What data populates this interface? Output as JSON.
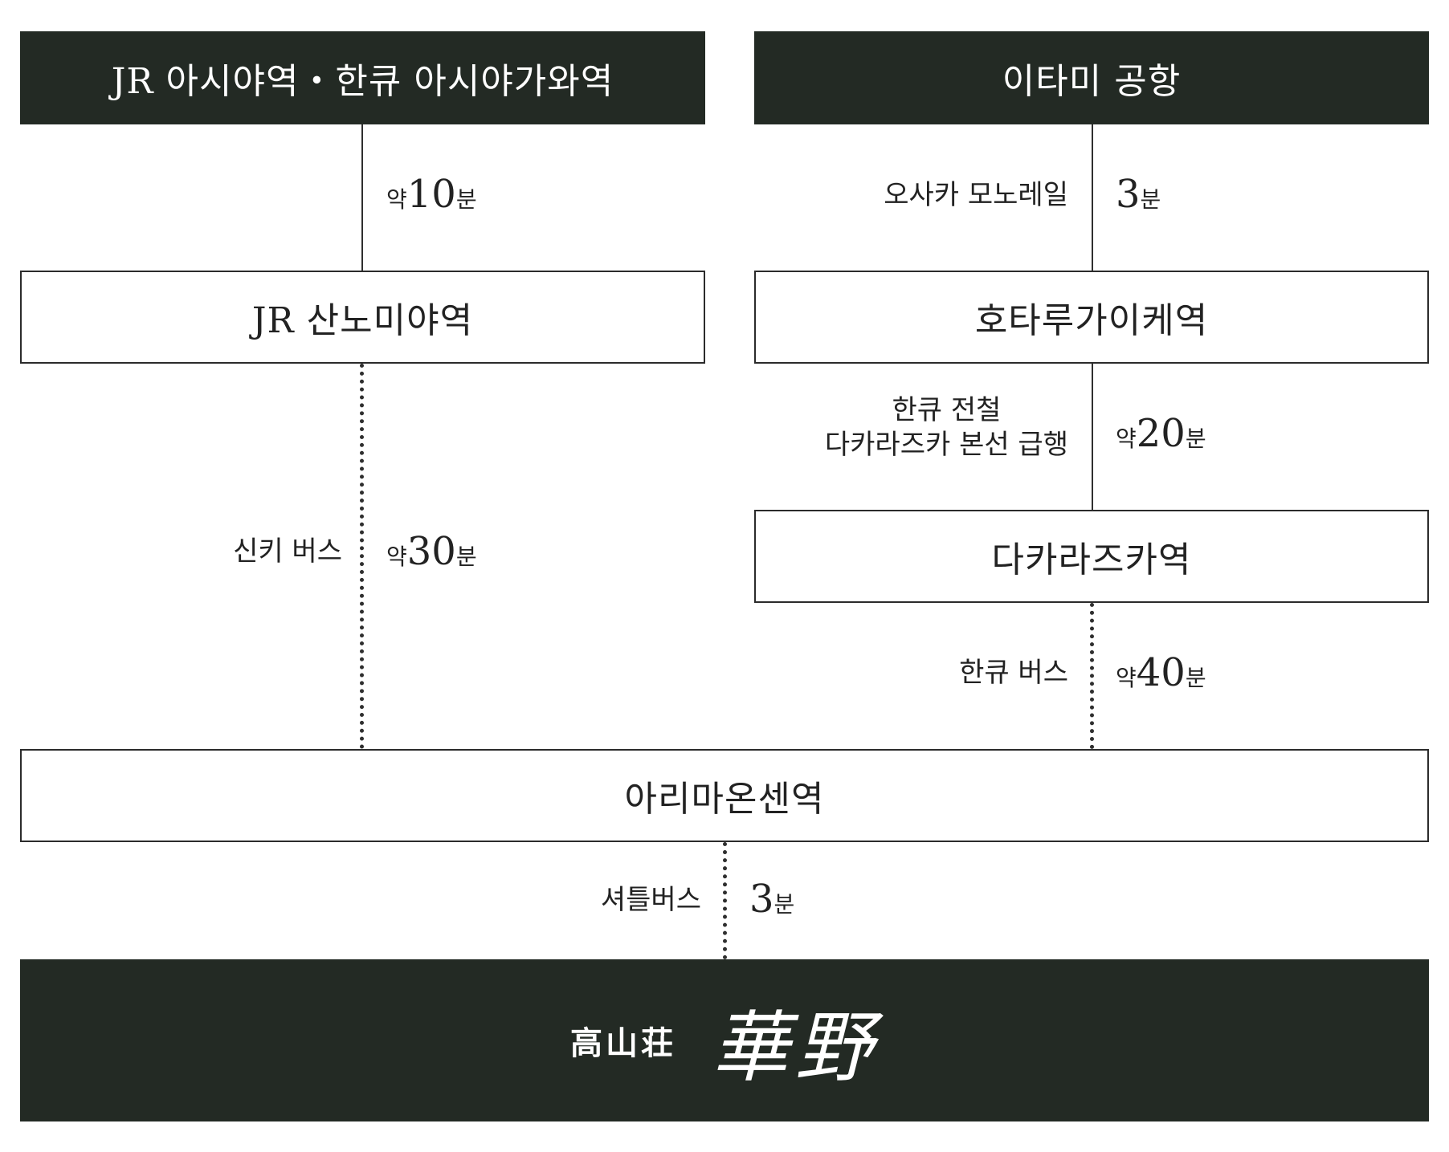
{
  "boxes": {
    "ashiya": "JR 아시야역・한큐 아시야가와역",
    "itami": "이타미 공항",
    "sannomiya": "JR 산노미야역",
    "hotarugaike": "호타루가이케역",
    "takarazuka": "다카라즈카역",
    "arima": "아리마온센역"
  },
  "routes": {
    "ashiya_sannomiya": {
      "mode": "",
      "prefix": "약",
      "minutes": "10",
      "unit": "분"
    },
    "sannomiya_arima": {
      "mode": "신키 버스",
      "prefix": "약",
      "minutes": "30",
      "unit": "분"
    },
    "itami_hotarugaike": {
      "mode": "오사카 모노레일",
      "prefix": "",
      "minutes": "3",
      "unit": "분"
    },
    "hotarugaike_takarazuka": {
      "mode_line1": "한큐 전철",
      "mode_line2": "다카라즈카 본선 급행",
      "prefix": "약",
      "minutes": "20",
      "unit": "분"
    },
    "takarazuka_arima": {
      "mode": "한큐 버스",
      "prefix": "약",
      "minutes": "40",
      "unit": "분"
    },
    "arima_hotel": {
      "mode": "셔틀버스",
      "prefix": "",
      "minutes": "3",
      "unit": "분"
    }
  },
  "destination": {
    "logo_small": "高山荘",
    "logo_big": "華野"
  },
  "colors": {
    "dark_box": "#232a24",
    "line": "#2f2f2f"
  }
}
